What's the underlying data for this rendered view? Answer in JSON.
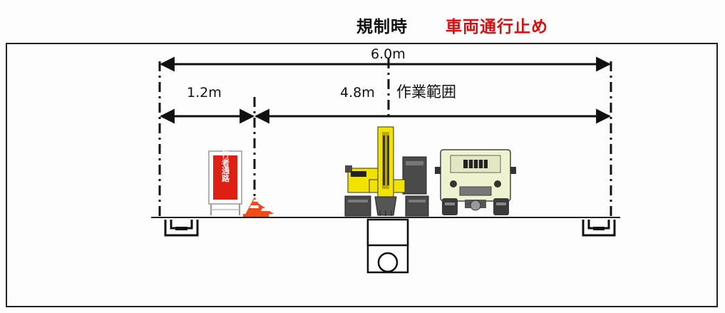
{
  "header": {
    "regulation_label": "規制時",
    "closure_label": "車両通行止め"
  },
  "dimensions": {
    "total_width": "6.0m",
    "pedestrian_width": "1.2m",
    "work_width": "4.8m",
    "work_area_label": "作業範囲"
  },
  "sign": {
    "text": "歩行者通路"
  },
  "colors": {
    "closure_red": "#e10b0b",
    "sign_red": "#e01f14",
    "excavator_yellow": "#f2e200",
    "truck_cream": "#eef2cf"
  }
}
